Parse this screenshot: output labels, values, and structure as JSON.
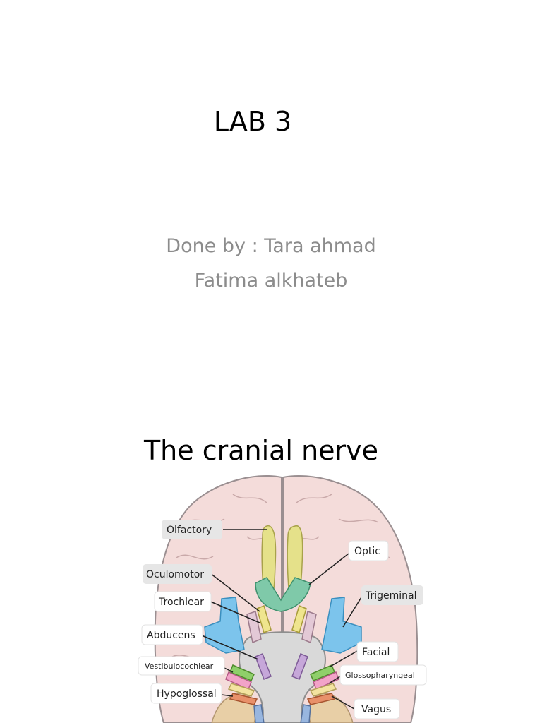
{
  "slide1": {
    "title": "LAB 3",
    "subtitle_line1": "Done by : Tara ahmad",
    "subtitle_line2": "Fatima alkhateb"
  },
  "slide2": {
    "title": "The cranial nerve",
    "labels": {
      "olfactory": "Olfactory",
      "optic": "Optic",
      "oculomotor": "Oculomotor",
      "trochlear": "Trochlear",
      "trigeminal": "Trigeminal",
      "abducens": "Abducens",
      "facial": "Facial",
      "vestibulocochlear": "Vestibulocochlear",
      "glossopharyngeal": "Glossopharyngeal",
      "hypoglossal": "Hypoglossal",
      "vagus": "Vagus"
    }
  }
}
